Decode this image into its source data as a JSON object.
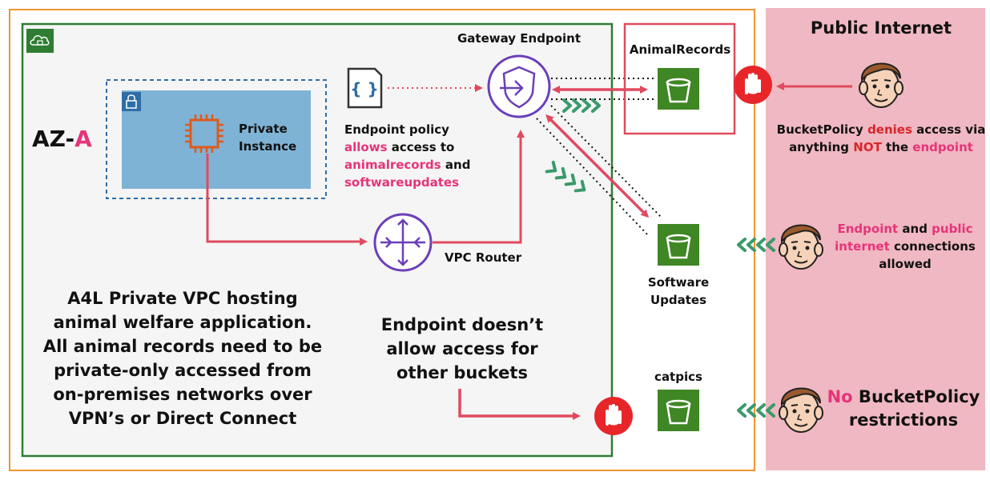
{
  "public_internet": {
    "title": "Public Internet"
  },
  "az": {
    "prefix": "AZ-",
    "letter": "A"
  },
  "gateway": {
    "label": "Gateway Endpoint",
    "icon": "gateway-endpoint-icon"
  },
  "policy": {
    "icon": "policy-document-icon",
    "line1": "Endpoint policy",
    "line2_highlight": "allows",
    "line2_rest": " access to",
    "line3_highlight": "animalrecords",
    "line3_rest": " and",
    "line4_highlight": "softwareupdates"
  },
  "instance": {
    "line1": "Private",
    "line2": "Instance",
    "icon": "ec2-chip-icon"
  },
  "router": {
    "label": "VPC Router",
    "icon": "router-icon"
  },
  "buckets": {
    "animal_records": "AnimalRecords",
    "software_updates_1": "Software",
    "software_updates_2": "Updates",
    "catpics": "catpics"
  },
  "bucket_policy": {
    "part1": "BucketPolicy ",
    "denies": "denies",
    "part2": " access via",
    "part3": "anything ",
    "not": "NOT",
    "part4": " the ",
    "endpoint": "endpoint"
  },
  "connections": {
    "endpoint": "Endpoint",
    "and": " and ",
    "public": "public",
    "internet": "internet",
    "connections": " connections",
    "allowed": "allowed"
  },
  "no_policy": {
    "no": "No",
    "bucket_policy": " BucketPolicy",
    "restrictions": "restrictions"
  },
  "vpc_description": [
    "A4L Private VPC hosting",
    "animal welfare application.",
    "All animal records need to be",
    "private-only accessed from",
    "on-premises networks over",
    "VPN’s or Direct Connect"
  ],
  "endpoint_note": [
    "Endpoint doesn’t",
    "allow access for",
    "other buckets"
  ],
  "colors": {
    "vpc_green": "#2e7d32",
    "region_orange": "#f0962e",
    "public_pink": "#f0b8c2",
    "accent_pink": "#e6347a",
    "arrow_red": "#e04a5f",
    "deny_red": "#e8262a",
    "endpoint_purple": "#6b3fb8",
    "bucket_green": "#3f8624",
    "subnet_blue": "#7fb3d5"
  }
}
